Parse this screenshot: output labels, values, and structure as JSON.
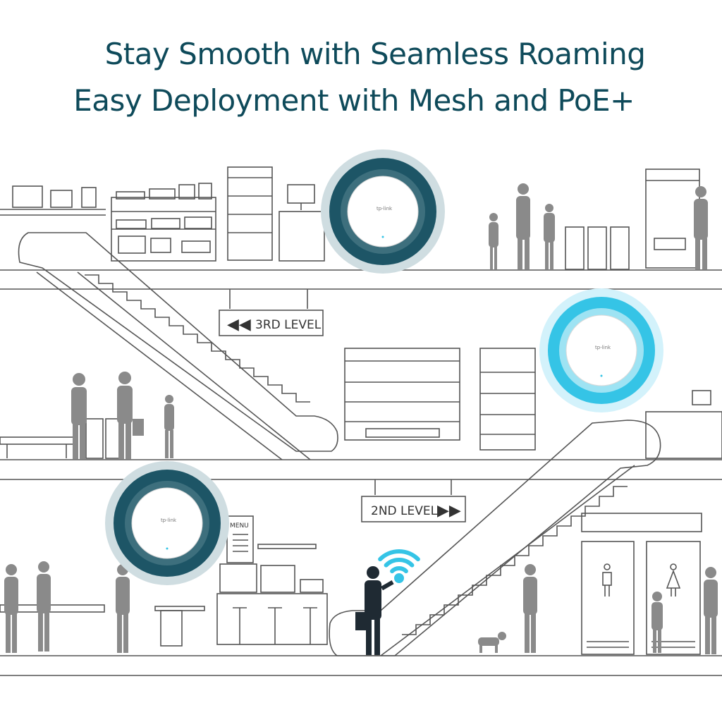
{
  "headline": {
    "line1": "Stay Smooth with Seamless Roaming",
    "line2": "Easy Deployment with Mesh and PoE+"
  },
  "signs": {
    "level3": {
      "arrows": "◀◀",
      "text": "3RD LEVEL"
    },
    "level2": {
      "text": "2ND LEVEL",
      "arrows": "▶▶"
    }
  },
  "cafe_menu": "MENU",
  "access_points": [
    {
      "brand": "tp-link",
      "ring_color": "#1d5566",
      "halo_color": "#cfdde1"
    },
    {
      "brand": "tp-link",
      "ring_color": "#35c4e6",
      "halo_color": "#d3f2fb"
    },
    {
      "brand": "tp-link",
      "ring_color": "#1d5566",
      "halo_color": "#cfdde1"
    }
  ],
  "colors": {
    "headline": "#0e4a5a",
    "line_art": "#555555",
    "people": "#8a8a8a",
    "user": "#1f2a33",
    "wifi": "#35c4e6"
  },
  "icons": [
    "wifi-signal-icon",
    "male-restroom-icon",
    "female-restroom-icon",
    "recycle-icon"
  ]
}
